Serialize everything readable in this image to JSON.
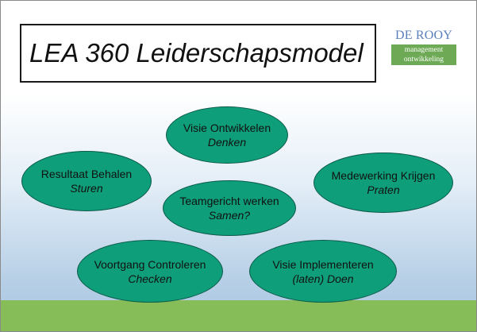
{
  "slide": {
    "title": "LEA 360 Leiderschapsmodel",
    "logo": {
      "brand": "DE ROOY",
      "line1": "management",
      "line2": "ontwikkeling"
    }
  },
  "ellipses": [
    {
      "id": "visie-ontwikkelen",
      "main": "Visie Ontwikkelen",
      "sub": "Denken"
    },
    {
      "id": "resultaat-behalen",
      "main": "Resultaat Behalen",
      "sub": "Sturen"
    },
    {
      "id": "medewerking-krijgen",
      "main": "Medewerking Krijgen",
      "sub": "Praten"
    },
    {
      "id": "teamgericht-werken",
      "main": "Teamgericht werken",
      "sub": "Samen?"
    },
    {
      "id": "voortgang-controleren",
      "main": "Voortgang Controleren",
      "sub": "Checken"
    },
    {
      "id": "visie-implementeren",
      "main": "Visie Implementeren",
      "sub": "(laten) Doen"
    }
  ],
  "colors": {
    "ellipse_fill": "#0f9e7a",
    "ground": "#86bd58",
    "logo_blue": "#5a7fbd",
    "logo_green": "#6eaa55"
  }
}
